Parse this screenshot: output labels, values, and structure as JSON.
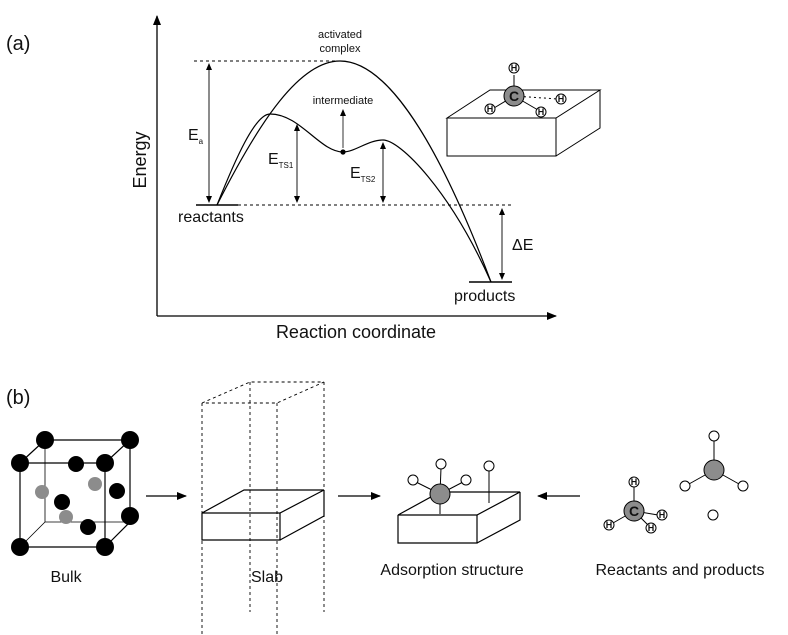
{
  "panel_a": {
    "label": "(a)",
    "y_axis_label": "Energy",
    "x_axis_label": "Reaction coordinate",
    "activated_complex": [
      "activated",
      "complex"
    ],
    "intermediate": "intermediate",
    "ea": {
      "main": "E",
      "sub": "a"
    },
    "ets1": {
      "main": "E",
      "sub": "TS1"
    },
    "ets2": {
      "main": "E",
      "sub": "TS2"
    },
    "delta_e": "ΔE",
    "reactants": "reactants",
    "products": "products",
    "atom_c": "C",
    "atom_h": "H"
  },
  "panel_b": {
    "label": "(b)",
    "bulk": "Bulk",
    "slab": "Slab",
    "adsorption": "Adsorption structure",
    "reactants_products": "Reactants and products",
    "atom_c": "C",
    "atom_h": "H"
  },
  "colors": {
    "line": "#000000",
    "carbon_grey": "#8c8c8c",
    "metal_black": "#000000",
    "hydrogen_white": "#ffffff"
  }
}
